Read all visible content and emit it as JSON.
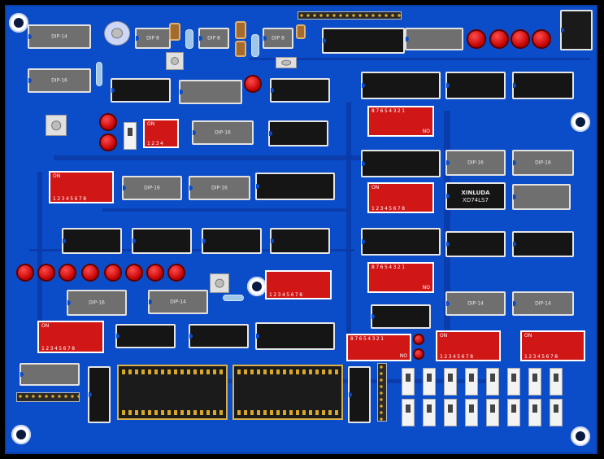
{
  "chip_labels": {
    "dip14": "DIP-14",
    "dip16": "DIP-16",
    "dip8": "DIP 8",
    "brand": "XINLUDA",
    "part": "XD74LS7"
  },
  "dip_switch": {
    "on": "ON",
    "numbers8": "12345678",
    "numbers4": "1234",
    "no": "NO",
    "rev8": "87654321"
  },
  "icons": [
    "mounting-hole-icon",
    "led-icon",
    "dip-switch-icon",
    "slide-switch-icon",
    "zif-socket-icon"
  ]
}
